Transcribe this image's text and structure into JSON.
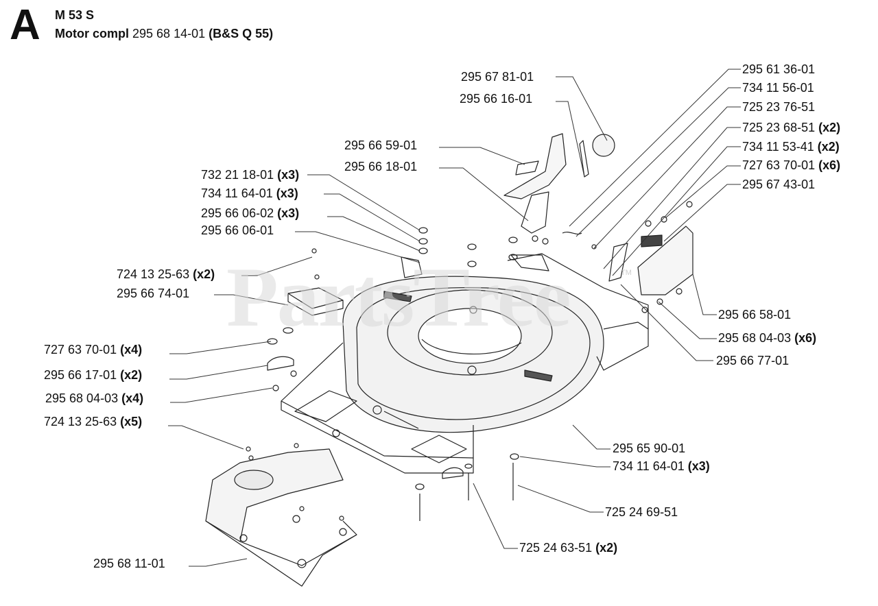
{
  "header": {
    "section_letter": "A",
    "model": "M 53 S",
    "motor_label": "Motor compl",
    "motor_number": "295 68 14-01",
    "motor_note": "(B&S Q 55)"
  },
  "watermark": {
    "text": "PartsTree",
    "tm": "TM"
  },
  "parts": [
    {
      "id": "p01",
      "part": "295 67 81-01",
      "qty": ""
    },
    {
      "id": "p02",
      "part": "295 66 16-01",
      "qty": ""
    },
    {
      "id": "p03",
      "part": "295 66 59-01",
      "qty": ""
    },
    {
      "id": "p04",
      "part": "295 66 18-01",
      "qty": ""
    },
    {
      "id": "p05",
      "part": "732 21 18-01",
      "qty": "(x3)"
    },
    {
      "id": "p06",
      "part": "734 11 64-01",
      "qty": "(x3)"
    },
    {
      "id": "p07",
      "part": "295 66 06-02",
      "qty": "(x3)"
    },
    {
      "id": "p08",
      "part": "295 66 06-01",
      "qty": ""
    },
    {
      "id": "p09",
      "part": "724 13 25-63",
      "qty": "(x2)"
    },
    {
      "id": "p10",
      "part": "295 66 74-01",
      "qty": ""
    },
    {
      "id": "p11",
      "part": "727 63 70-01",
      "qty": "(x4)"
    },
    {
      "id": "p12",
      "part": "295 66 17-01",
      "qty": "(x2)"
    },
    {
      "id": "p13",
      "part": "295 68 04-03",
      "qty": "(x4)"
    },
    {
      "id": "p14",
      "part": "724 13 25-63",
      "qty": "(x5)"
    },
    {
      "id": "p15",
      "part": "295 68 11-01",
      "qty": ""
    },
    {
      "id": "p16",
      "part": "295 61 36-01",
      "qty": ""
    },
    {
      "id": "p17",
      "part": "734 11 56-01",
      "qty": ""
    },
    {
      "id": "p18",
      "part": "725 23 76-51",
      "qty": ""
    },
    {
      "id": "p19",
      "part": "725 23 68-51",
      "qty": "(x2)"
    },
    {
      "id": "p20",
      "part": "734 11 53-41",
      "qty": "(x2)"
    },
    {
      "id": "p21",
      "part": "727 63 70-01",
      "qty": "(x6)"
    },
    {
      "id": "p22",
      "part": "295 67 43-01",
      "qty": ""
    },
    {
      "id": "p23",
      "part": "295 66 58-01",
      "qty": ""
    },
    {
      "id": "p24",
      "part": "295 68 04-03",
      "qty": "(x6)"
    },
    {
      "id": "p25",
      "part": "295 66 77-01",
      "qty": ""
    },
    {
      "id": "p26",
      "part": "295 65 90-01",
      "qty": ""
    },
    {
      "id": "p27",
      "part": "734 11 64-01",
      "qty": "(x3)"
    },
    {
      "id": "p28",
      "part": "725 24 69-51",
      "qty": ""
    },
    {
      "id": "p29",
      "part": "725 24 63-51",
      "qty": "(x2)"
    }
  ]
}
